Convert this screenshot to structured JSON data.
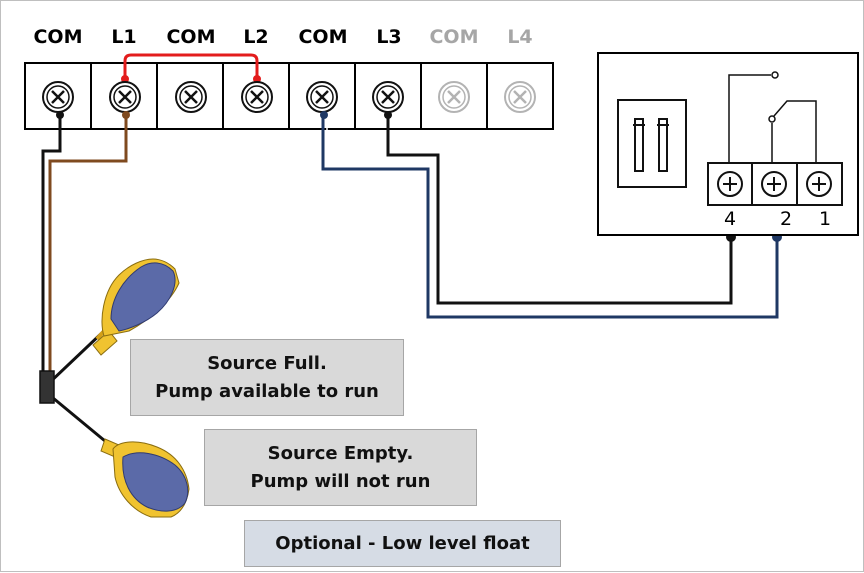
{
  "terminals": [
    {
      "label": "COM",
      "active": true
    },
    {
      "label": "L1",
      "active": true
    },
    {
      "label": "COM",
      "active": true
    },
    {
      "label": "L2",
      "active": true
    },
    {
      "label": "COM",
      "active": true
    },
    {
      "label": "L3",
      "active": true
    },
    {
      "label": "COM",
      "active": false
    },
    {
      "label": "L4",
      "active": false
    }
  ],
  "relay": {
    "terminal_numbers": [
      "4",
      "2",
      "1"
    ]
  },
  "notes": {
    "source_full": [
      "Source Full.",
      "Pump available to run"
    ],
    "source_empty": [
      "Source Empty.",
      "Pump will not run"
    ],
    "optional": "Optional - Low level float"
  },
  "colors": {
    "wire_black": "#111111",
    "wire_brown": "#7f4a1f",
    "wire_navy": "#1f3864",
    "jumper_red": "#e31c1c",
    "float_body": "#5b6aa8",
    "float_yellow": "#f0c330",
    "inactive_text": "#a6a6a6"
  }
}
